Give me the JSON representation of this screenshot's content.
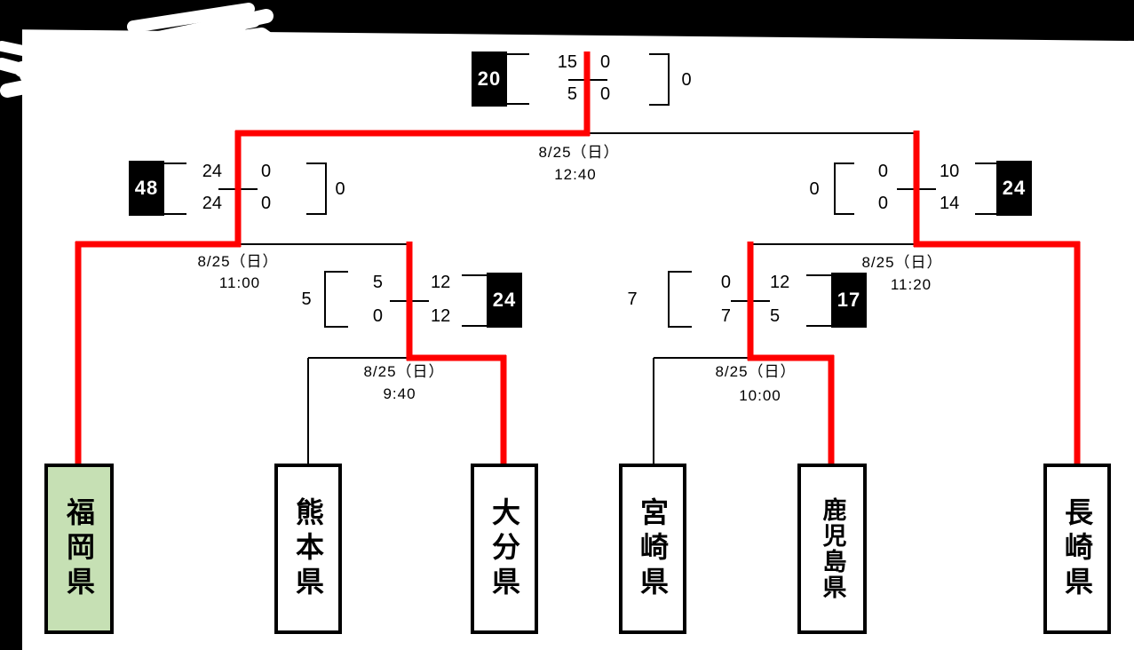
{
  "colors": {
    "winner_path_red": "#ff0000",
    "winner_box_bg": "#000000",
    "winner_box_text": "#ffffff",
    "champion_highlight_green": "#c6e0b4",
    "line_black": "#000000"
  },
  "teams": [
    {
      "name": "福岡県",
      "highlighted": true
    },
    {
      "name": "熊本県",
      "highlighted": false
    },
    {
      "name": "大分県",
      "highlighted": false
    },
    {
      "name": "宮崎県",
      "highlighted": false
    },
    {
      "name": "鹿児島県",
      "highlighted": false
    },
    {
      "name": "長崎県",
      "highlighted": false
    }
  ],
  "matches": {
    "final": {
      "date": "8/25（日）",
      "time": "12:40",
      "black_box_total": "20",
      "black_box_side": "left",
      "left_scores": [
        "15",
        "5"
      ],
      "right_scores": [
        "0",
        "0"
      ],
      "bracket_total": "0"
    },
    "semi_left": {
      "date": "8/25（日）",
      "time": "11:00",
      "black_box_total": "48",
      "black_box_side": "left",
      "left_scores": [
        "24",
        "24"
      ],
      "right_scores": [
        "0",
        "0"
      ],
      "bracket_total": "0"
    },
    "semi_right": {
      "date": "8/25（日）",
      "time": "11:20",
      "black_box_total": "24",
      "black_box_side": "right",
      "left_scores": [
        "0",
        "0"
      ],
      "right_scores": [
        "10",
        "14"
      ],
      "bracket_total": "0"
    },
    "quarter_left": {
      "date": "8/25（日）",
      "time": "9:40",
      "black_box_total": "24",
      "black_box_side": "right",
      "left_scores": [
        "5",
        "0"
      ],
      "right_scores": [
        "12",
        "12"
      ],
      "bracket_total": "5"
    },
    "quarter_right": {
      "date": "8/25（日）",
      "time": "10:00",
      "black_box_total": "17",
      "black_box_side": "right",
      "left_scores": [
        "0",
        "7"
      ],
      "right_scores": [
        "12",
        "5"
      ],
      "bracket_total": "7"
    }
  }
}
